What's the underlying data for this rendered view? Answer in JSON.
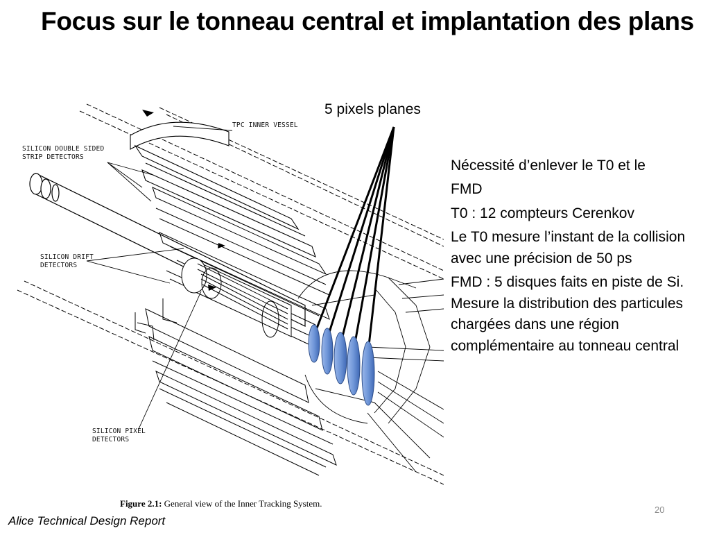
{
  "slide": {
    "title": "Focus sur le tonneau central et implantation des plans",
    "callout": "5 pixels planes",
    "paragraphs": [
      "Nécessité d’enlever le T0 et le",
      "FMD",
      "T0 : 12 compteurs Cerenkov",
      "Le T0 mesure l’instant de la collision avec une précision de 50 ps",
      "FMD : 5 disques faits en piste de Si. Mesure la distribution des particules chargées dans une région complémentaire au tonneau central"
    ],
    "source": "Alice Technical Design Report",
    "page_number": "20"
  },
  "figure": {
    "labels": {
      "tpc": "TPC INNER VESSEL",
      "ssd_line1": "SILICON DOUBLE SIDED",
      "ssd_line2": "STRIP DETECTORS",
      "sdd_line1": "SILICON DRIFT",
      "sdd_line2": "DETECTORS",
      "spd_line1": "SILICON PIXEL",
      "spd_line2": "DETECTORS"
    },
    "caption_label": "Figure 2.1:",
    "caption_text": " General view of the Inner Tracking System."
  },
  "colors": {
    "plane_fill": "#6f96d8",
    "plane_stroke": "#2f4f8a",
    "line": "#000000"
  }
}
